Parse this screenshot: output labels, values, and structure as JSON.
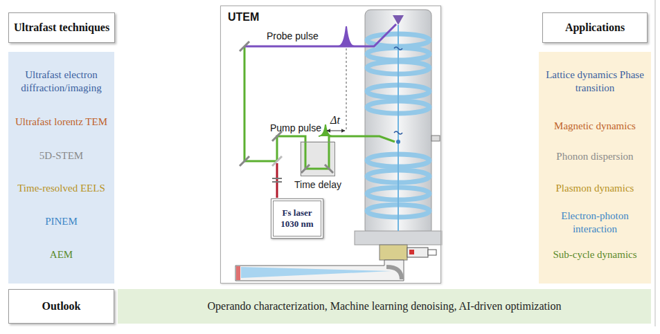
{
  "diagram": {
    "nodes": [
      {
        "text": [
          "Ultrafast techniques"
        ]
      },
      {
        "text": [
          "Ultrafast electron diffraction/imaging",
          "Ultrafast lorentz TEM",
          "5D-STEM",
          "Time-resolved EELS",
          "PINEM",
          "AEM"
        ]
      },
      {
        "text": [
          "UTEM"
        ]
      },
      {
        "text": [
          "Time delay"
        ],
        "in": 2
      },
      {
        "text": [
          "Fs laser 1030 nm"
        ],
        "in": 2
      },
      {
        "text": [
          "Applications"
        ]
      },
      {
        "text": [
          "Lattice dynamics Phase transition",
          "Magnetic dynamics",
          "Phonon dispersion",
          "Plasmon dynamics",
          "Electron-photon interaction",
          "Sub-cycle dynamics"
        ]
      },
      {
        "text": [
          "Outlook"
        ]
      },
      {
        "text": [
          "Operando characterization, Machine learning denoising, AI-driven optimization"
        ]
      }
    ],
    "labels": [
      "Probe pulse",
      "Pump pulse",
      "Δt"
    ]
  }
}
